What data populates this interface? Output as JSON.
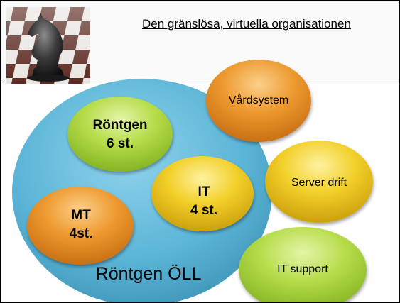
{
  "title": "Den gränslösa, virtuella  organisationen",
  "container": {
    "label": "Röntgen ÖLL"
  },
  "inner_units": [
    {
      "line1": "Röntgen",
      "line2": "6 st.",
      "color": "green"
    },
    {
      "line1": "IT",
      "line2": "4 st.",
      "color": "yellow"
    },
    {
      "line1": "MT",
      "line2": "4st.",
      "color": "orange"
    }
  ],
  "external_units": [
    {
      "label": "Vårdsystem",
      "color": "orange"
    },
    {
      "label": "Server drift",
      "color": "yellow"
    },
    {
      "label": "IT support",
      "color": "green"
    }
  ],
  "colors": {
    "big_circle": "#5ab4d6",
    "green": "#9ccc34",
    "yellow": "#e8c21a",
    "orange": "#e88c22"
  },
  "icons": [
    "chess-knight-photo"
  ]
}
